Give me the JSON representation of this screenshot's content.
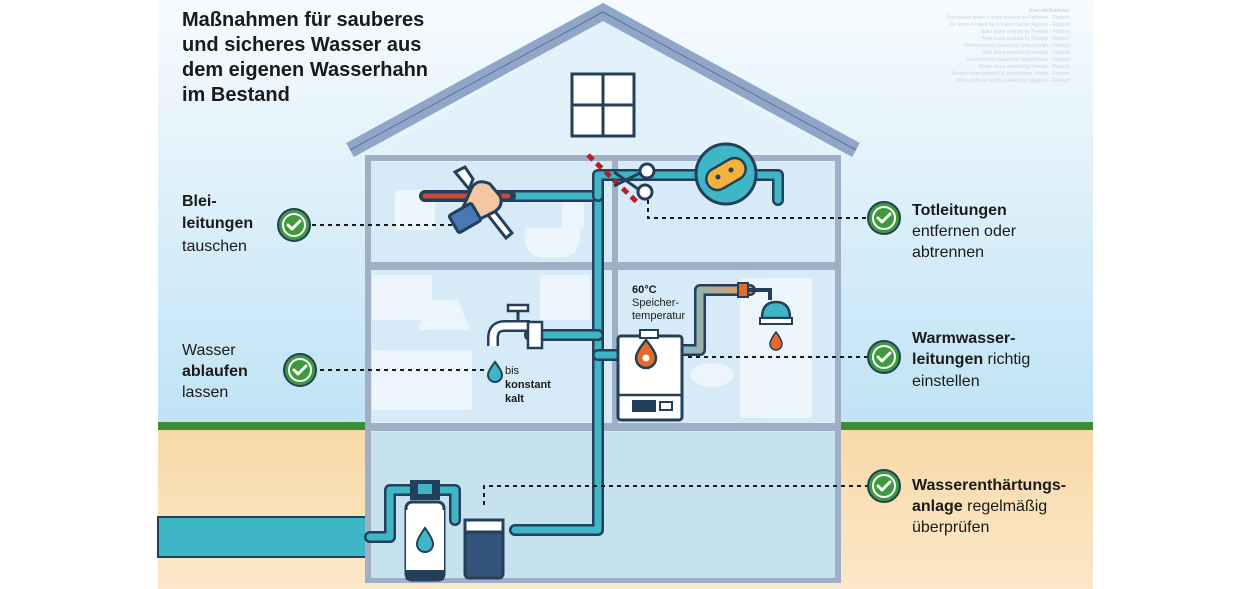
{
  "title": {
    "lines": [
      "Maßnahmen für sauberes",
      "und sicheres Wasser aus",
      "dem eigenen Wasserhahn",
      "im Bestand"
    ]
  },
  "attribution": {
    "heading": "Icon attributions:",
    "lines": [
      "Frontwater sheet + icons created by Fathema - Flaticon",
      "Pin icons created by Creative Cahier Agency - Flaticon",
      "Toilet icons created by Freepik - Flaticon",
      "Tree icons created by Freepik - Flaticon",
      "Kitchen icons created by Smg Design - Flaticon",
      "Sink icons created by Freepik - Flaticon",
      "Faucet icons created by Smashicons - Flaticon",
      "Boiler icons created by Freepik - Flaticon",
      "Shower icons created by photo3idea_studio - Flaticon",
      "Water softener icons created by nangicon - Flaticon"
    ]
  },
  "measures": {
    "blei": {
      "l1": "Blei-",
      "l2": "leitungen",
      "l3": "tauschen"
    },
    "wasser": {
      "l1": "Wasser",
      "l2": "ablaufen",
      "l3": "lassen"
    },
    "tot": {
      "l1": "Totleitungen",
      "l2": "entfernen oder",
      "l3": "abtrennen"
    },
    "warm": {
      "l1": "Warmwasser-",
      "l2a": "leitungen",
      "l2b": " richtig",
      "l3": "einstellen"
    },
    "enth": {
      "l1": "Wasserenthärtungs-",
      "l2a": "anlage",
      "l2b": " regelmäßig",
      "l3": "überprüfen"
    }
  },
  "labels": {
    "temp_value": "60°C",
    "temp_l1": "Speicher-",
    "temp_l2": "temperatur",
    "kalt_l1": "bis",
    "kalt_l2": "konstant",
    "kalt_l3": "kalt"
  },
  "colors": {
    "sky": "#d7ecf8",
    "ground": "#f8d9a8",
    "grass": "#3c8c3a",
    "pipe": "#3fb6c6",
    "outline": "#243f5a",
    "check": "#3c9b3c",
    "roof": "#8fa6c8"
  }
}
